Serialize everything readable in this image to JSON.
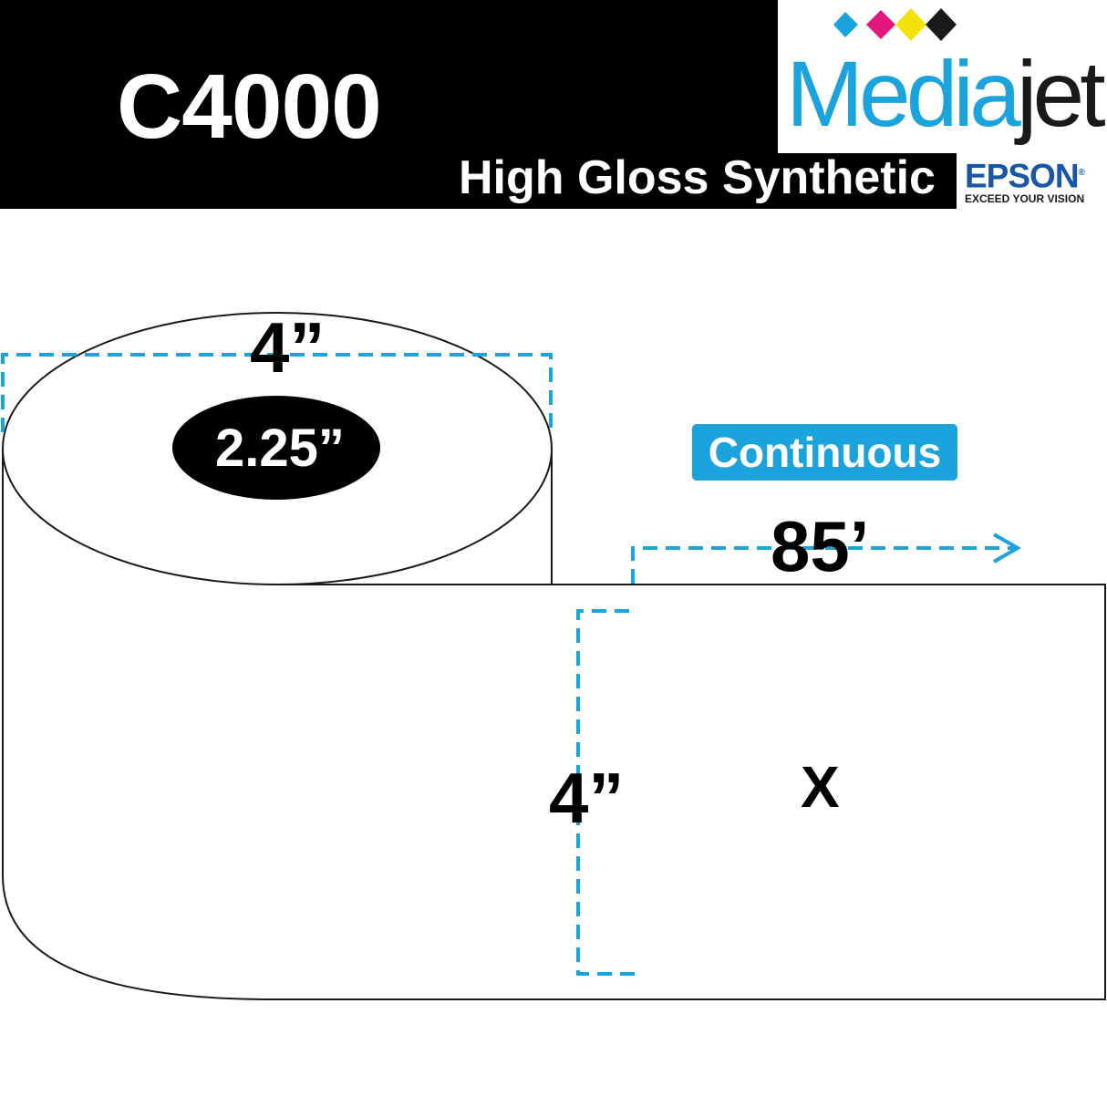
{
  "header": {
    "model": "C4000",
    "product": "High Gloss Synthetic"
  },
  "brand": {
    "name_part1": "Media",
    "name_part2": "jet",
    "epson": "EPSON",
    "epson_trademark": "®",
    "tagline": "EXCEED YOUR VISION",
    "ink_colors": [
      "#1ba3dd",
      "#e2177d",
      "#f6e20b",
      "#1a1a1a"
    ]
  },
  "diagram": {
    "roll_width": "4”",
    "core_diameter": "2.25”",
    "label_type": "Continuous",
    "roll_length": "85’",
    "label_height": "4”",
    "label_width": "X",
    "dimension_line_color": "#1aa3dc"
  }
}
